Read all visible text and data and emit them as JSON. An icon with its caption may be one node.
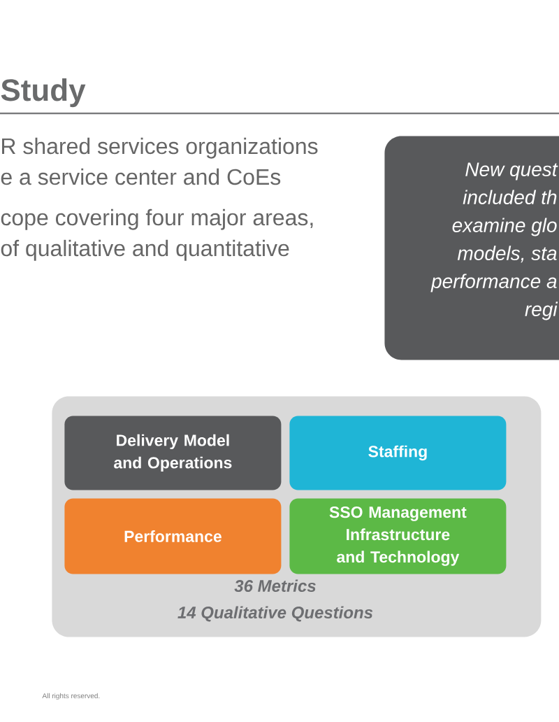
{
  "diagram": {
    "title": "Study",
    "nodes": [
      {
        "text": [
          "New quest",
          "included th",
          "examine glo",
          "models, sta",
          "performance a",
          "regi"
        ]
      },
      {
        "text": [
          "36 Metrics",
          "14 Qualitative Questions"
        ]
      },
      {
        "text": [
          "Delivery Model and Operations"
        ],
        "in": 1
      },
      {
        "text": [
          "Staffing"
        ],
        "in": 1
      },
      {
        "text": [
          "Performance"
        ],
        "in": 1
      },
      {
        "text": [
          "SSO Management Infrastructure and Technology"
        ],
        "in": 1
      }
    ],
    "labels": [
      "R shared services organizations",
      "e a service center and CoEs",
      "cope covering four major areas,",
      "of qualitative and quantitative",
      "All rights reserved."
    ]
  }
}
